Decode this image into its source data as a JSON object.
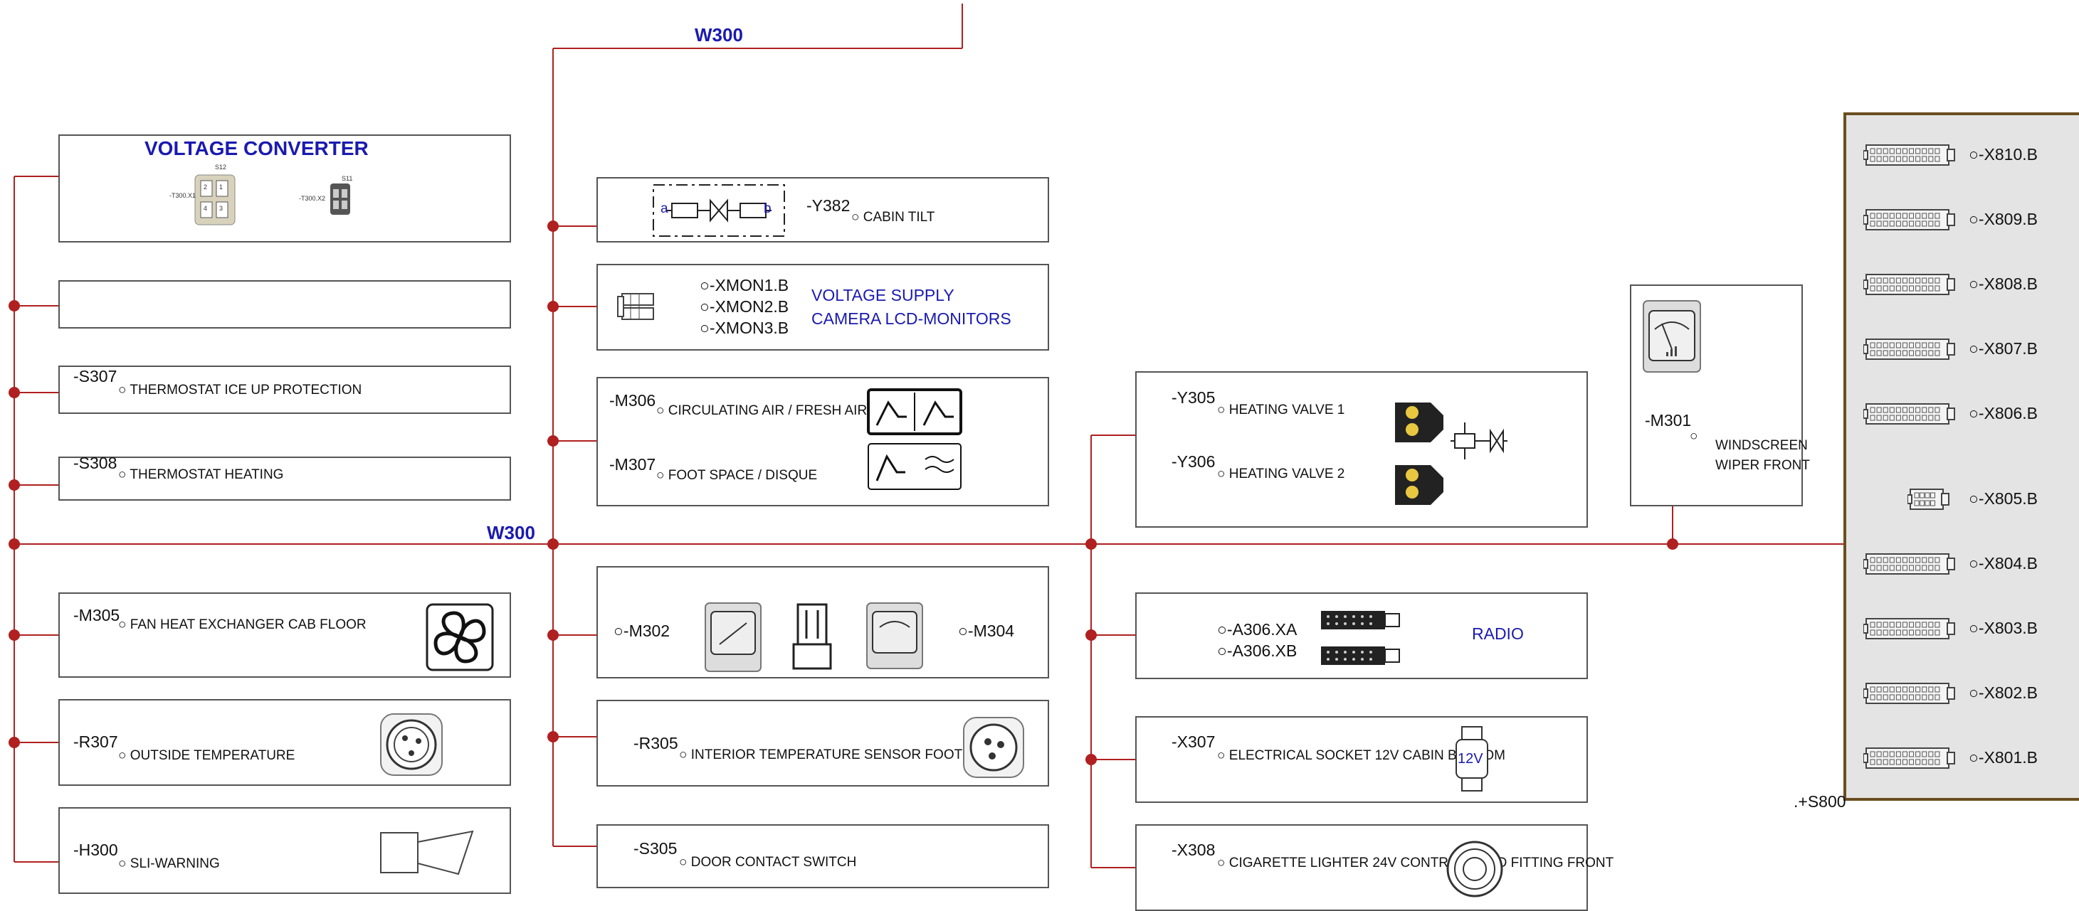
{
  "harness": {
    "top_label": "W300",
    "bus_label": "W300"
  },
  "voltage_converter": {
    "title": "VOLTAGE CONVERTER",
    "pin_top_1": "S12",
    "pin_top_2": "S11",
    "conn_1": "-T300.X1",
    "conn_2": "-T300.X2",
    "pins": [
      "1",
      "2",
      "3",
      "4"
    ]
  },
  "s307": {
    "id": "-S307",
    "label": "THERMOSTAT  ICE UP PROTECTION"
  },
  "s308": {
    "id": "-S308",
    "label": "THERMOSTAT  HEATING"
  },
  "m305": {
    "id": "-M305",
    "label": "FAN  HEAT EXCHANGER  CAB FLOOR"
  },
  "r307": {
    "id": "-R307",
    "label": "OUTSIDE TEMPERATURE"
  },
  "h300": {
    "id": "-H300",
    "label": "SLI-WARNING"
  },
  "y382": {
    "id": "-Y382",
    "label": "CABIN  TILT",
    "port_a": "a",
    "port_b": "b"
  },
  "xmon": {
    "items": [
      "-XMON1.B",
      "-XMON2.B",
      "-XMON3.B"
    ],
    "title_line1": "VOLTAGE SUPPLY",
    "title_line2": "CAMERA  LCD-MONITORS"
  },
  "m306": {
    "id": "-M306",
    "label": "CIRCULATING AIR / FRESH AIR"
  },
  "m307": {
    "id": "-M307",
    "label": "FOOT SPACE / DISQUE"
  },
  "m302": {
    "id": "-M302"
  },
  "m304": {
    "id": "-M304"
  },
  "r305": {
    "id": "-R305",
    "label": "INTERIOR TEMPERATURE  SENSOR  FOOT SPACE"
  },
  "s305": {
    "id": "-S305",
    "label": "DOOR CONTACT SWITCH"
  },
  "y305": {
    "id": "-Y305",
    "label": "HEATING VALVE  1"
  },
  "y306": {
    "id": "-Y306",
    "label": "HEATING VALVE  2"
  },
  "radio": {
    "conn_1": "-A306.XA",
    "conn_2": "-A306.XB",
    "title": "RADIO"
  },
  "x307": {
    "id": "-X307",
    "label": "ELECTRICAL SOCKET  12V  CABIN  BOTTOM",
    "socket_text": "12V"
  },
  "x308": {
    "id": "-X308",
    "label": "CIGARETTE LIGHTER  24V  CONTROLS AND FITTING  FRONT"
  },
  "m301": {
    "id": "-M301",
    "label_line1": "WINDSCREEN",
    "label_line2": "WIPER  FRONT"
  },
  "panel": {
    "id": ".+S800",
    "connectors": [
      "-X810.B",
      "-X809.B",
      "-X808.B",
      "-X807.B",
      "-X806.B",
      "-X805.B",
      "-X804.B",
      "-X803.B",
      "-X802.B",
      "-X801.B"
    ]
  },
  "colors": {
    "wire": "#b02020",
    "title_blue": "#1a1ab0",
    "panel_border": "#6b4e1f",
    "panel_fill": "#e4e4e4",
    "box_border": "#555555"
  }
}
